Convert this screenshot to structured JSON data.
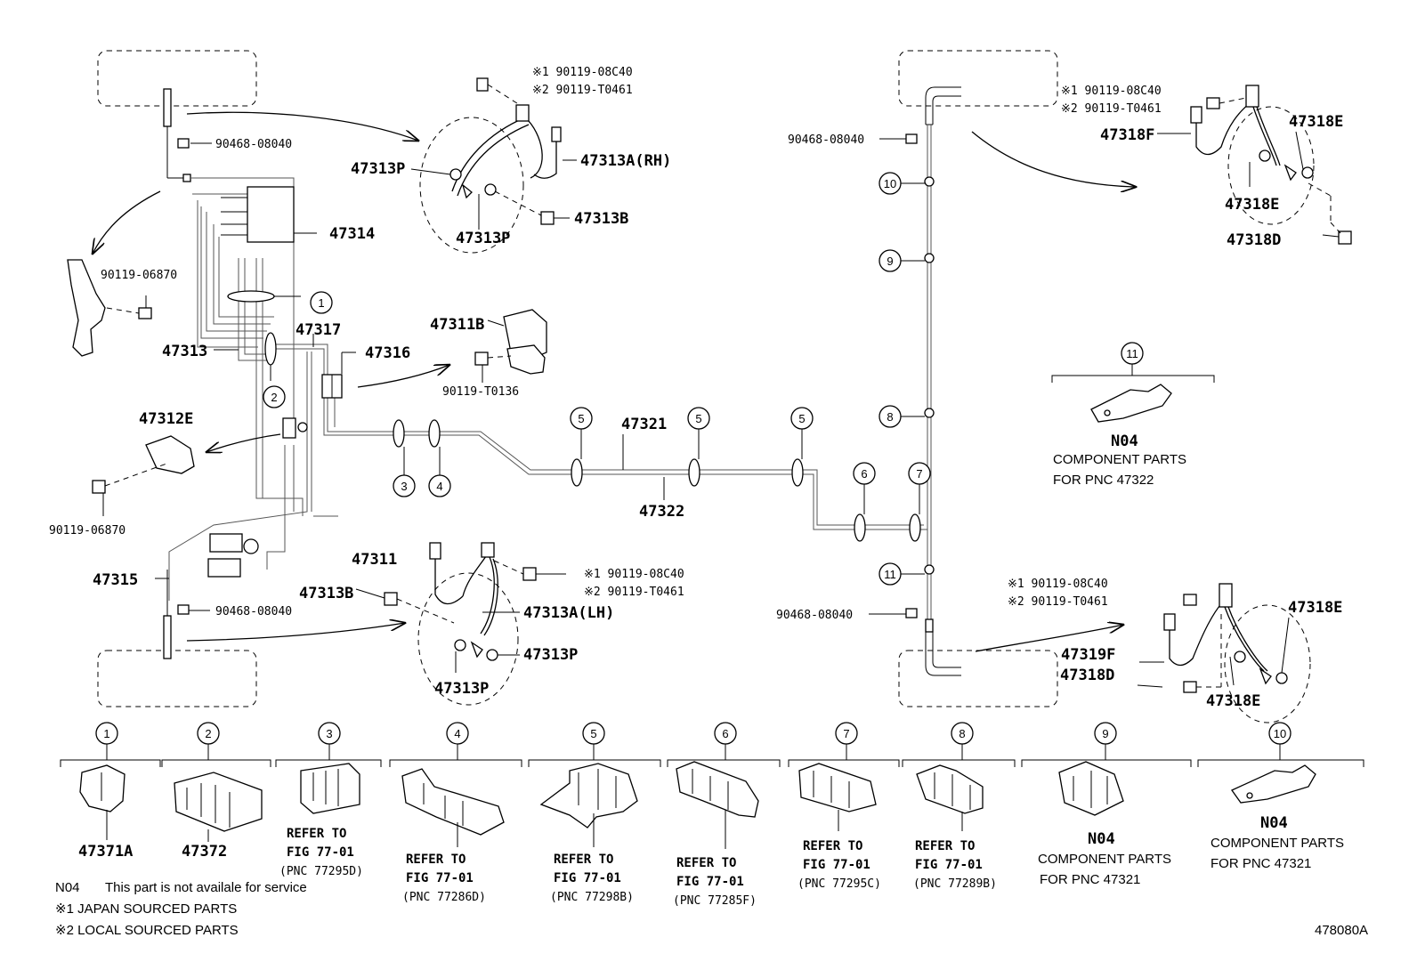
{
  "labels": {
    "l47314": "47314",
    "l47313": "47313",
    "l47317": "47317",
    "l47316": "47316",
    "l47311B": "47311B",
    "l90119_T0136": "90119-T0136",
    "l47312E": "47312E",
    "l90119_06870_a": "90119-06870",
    "l90119_06870_b": "90119-06870",
    "l47315": "47315",
    "l47311": "47311",
    "l47313B_lh": "47313B",
    "l47313A_lh": "47313A(LH)",
    "l47313P_lh1": "47313P",
    "l47313P_lh2": "47313P",
    "l47313P_rh1": "47313P",
    "l47313P_rh2": "47313P",
    "l47313A_rh": "47313A(RH)",
    "l47313B_rh": "47313B",
    "l90468_tl": "90468-08040",
    "l90468_bl": "90468-08040",
    "l90468_tr": "90468-08040",
    "l90468_br": "90468-08040",
    "l47321": "47321",
    "l47322": "47322",
    "l47318E_a": "47318E",
    "l47318E_b": "47318E",
    "l47318F": "47318F",
    "l47318D_tr": "47318D",
    "l47318E_c": "47318E",
    "l47319F": "47319F",
    "l47318D_br": "47318D",
    "l47318E_d": "47318E",
    "lN04_11": "N04",
    "lComp_11a": "COMPONENT PARTS",
    "lComp_11b": "FOR PNC 47322",
    "tl_s1": "※1 90119-08C40",
    "tl_s2": "※2 90119-T0461",
    "tr_s1": "※1 90119-08C40",
    "tr_s2": "※2 90119-T0461",
    "bl_s1": "※1 90119-08C40",
    "bl_s2": "※2 90119-T0461",
    "br_s1": "※1 90119-08C40",
    "br_s2": "※2 90119-T0461"
  },
  "callouts": [
    "1",
    "2",
    "3",
    "4",
    "5",
    "5",
    "5",
    "6",
    "7",
    "8",
    "9",
    "10",
    "11",
    "11"
  ],
  "parts_row": [
    {
      "num": "1",
      "pn": "47371A",
      "ref1": "",
      "ref2": "",
      "ref3": ""
    },
    {
      "num": "2",
      "pn": "47372",
      "ref1": "",
      "ref2": "",
      "ref3": ""
    },
    {
      "num": "3",
      "pn": "",
      "ref1": "REFER TO",
      "ref2": "FIG 77-01",
      "ref3": "(PNC 77295D)"
    },
    {
      "num": "4",
      "pn": "",
      "ref1": "REFER TO",
      "ref2": "FIG 77-01",
      "ref3": "(PNC 77286D)"
    },
    {
      "num": "5",
      "pn": "",
      "ref1": "REFER TO",
      "ref2": "FIG 77-01",
      "ref3": "(PNC 77298B)"
    },
    {
      "num": "6",
      "pn": "",
      "ref1": "REFER TO",
      "ref2": "FIG 77-01",
      "ref3": "(PNC 77285F)"
    },
    {
      "num": "7",
      "pn": "",
      "ref1": "REFER TO",
      "ref2": "FIG 77-01",
      "ref3": "(PNC 77295C)"
    },
    {
      "num": "8",
      "pn": "",
      "ref1": "REFER TO",
      "ref2": "FIG 77-01",
      "ref3": "(PNC 77289B)"
    },
    {
      "num": "9",
      "pn": "N04",
      "ref1": "COMPONENT PARTS",
      "ref2": "FOR PNC 47321",
      "ref3": ""
    },
    {
      "num": "10",
      "pn": "N04",
      "ref1": "COMPONENT PARTS",
      "ref2": "FOR PNC 47321",
      "ref3": ""
    }
  ],
  "notes": {
    "n04_code": "N04",
    "n04_text": "This part is not availale for service",
    "j1": "※1 JAPAN SOURCED PARTS",
    "j2": "※2 LOCAL SOURCED PARTS"
  },
  "figure_id": "478080A"
}
